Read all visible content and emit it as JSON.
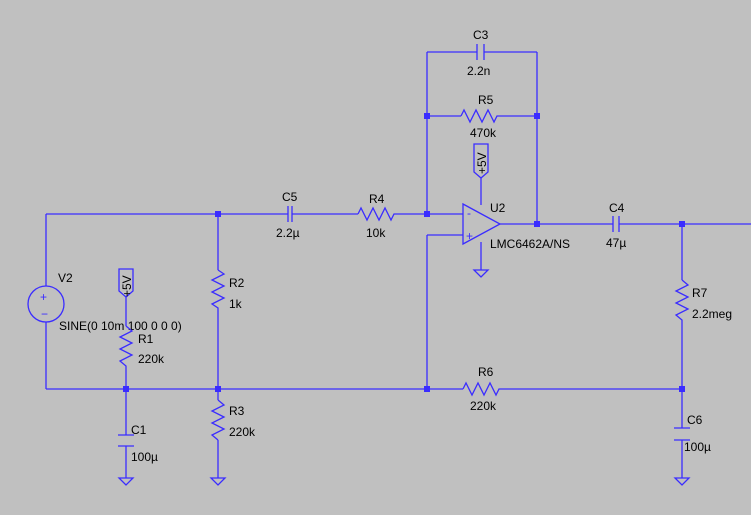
{
  "components": {
    "C3": {
      "name": "C3",
      "value": "2.2n"
    },
    "R5": {
      "name": "R5",
      "value": "470k"
    },
    "U2": {
      "name": "U2",
      "value": "LMC6462A/NS"
    },
    "C5": {
      "name": "C5",
      "value": "2.2µ"
    },
    "R4": {
      "name": "R4",
      "value": "10k"
    },
    "C4": {
      "name": "C4",
      "value": "47µ"
    },
    "V2": {
      "name": "V2",
      "value": "SINE(0 10m 100 0 0 0)"
    },
    "R2": {
      "name": "R2",
      "value": "1k"
    },
    "R1": {
      "name": "R1",
      "value": "220k"
    },
    "R7": {
      "name": "R7",
      "value": "2.2meg"
    },
    "R6": {
      "name": "R6",
      "value": "220k"
    },
    "R3": {
      "name": "R3",
      "value": "220k"
    },
    "C1": {
      "name": "C1",
      "value": "100µ"
    },
    "C6": {
      "name": "C6",
      "value": "100µ"
    }
  },
  "power": {
    "supply_u2": "+5V",
    "supply_r1": "+5V"
  },
  "opamp_pins": {
    "minus": "-",
    "plus": "+"
  },
  "source_signs": {
    "plus": "+",
    "minus": "−"
  },
  "colors": {
    "wire": "#3a2cff",
    "background": "#c0c0c0",
    "text": "#000000"
  }
}
